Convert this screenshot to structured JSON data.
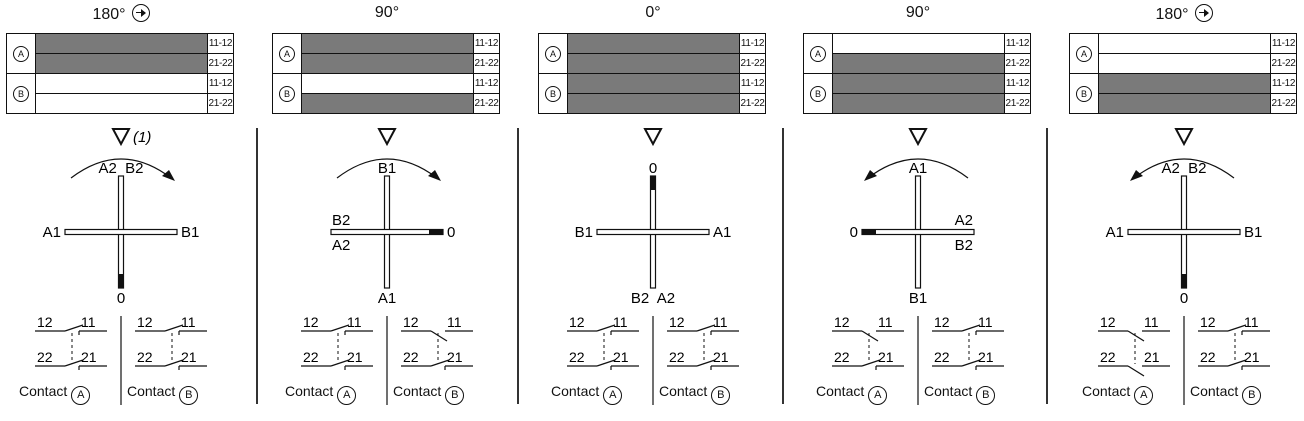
{
  "panels": [
    {
      "angle": "180°",
      "show_arrow": true,
      "note": "(1)",
      "table": {
        "A": {
          "c1": "11-12",
          "c2": "21-22",
          "s1": true,
          "s2": true
        },
        "B": {
          "c1": "11-12",
          "c2": "21-22",
          "s1": false,
          "s2": false
        }
      },
      "rotation": "cw",
      "labels": {
        "top": "A2  B2",
        "left": "A1",
        "right": "B1",
        "bottom": "0"
      },
      "pointer": "bottom",
      "contact_a": "Contact",
      "contact_b": "Contact",
      "state_a": "closed",
      "state_b": "closed"
    },
    {
      "angle": "90°",
      "show_arrow": false,
      "note": "",
      "table": {
        "A": {
          "c1": "11-12",
          "c2": "21-22",
          "s1": true,
          "s2": true
        },
        "B": {
          "c1": "11-12",
          "c2": "21-22",
          "s1": false,
          "s2": true
        }
      },
      "rotation": "cw",
      "labels": {
        "top": "B1",
        "left_top": "B2",
        "left_bottom": "A2",
        "right": "0",
        "bottom": "A1"
      },
      "pointer": "right",
      "contact_a": "Contact",
      "contact_b": "Contact",
      "state_a": "closed",
      "state_b": "open-top"
    },
    {
      "angle": "0°",
      "show_arrow": false,
      "note": "",
      "table": {
        "A": {
          "c1": "11-12",
          "c2": "21-22",
          "s1": true,
          "s2": true
        },
        "B": {
          "c1": "11-12",
          "c2": "21-22",
          "s1": true,
          "s2": true
        }
      },
      "rotation": "none",
      "labels": {
        "top": "0",
        "left": "B1",
        "right": "A1",
        "bottom": "B2  A2"
      },
      "pointer": "top",
      "contact_a": "Contact",
      "contact_b": "Contact",
      "state_a": "closed",
      "state_b": "closed"
    },
    {
      "angle": "90°",
      "show_arrow": false,
      "note": "",
      "table": {
        "A": {
          "c1": "11-12",
          "c2": "21-22",
          "s1": false,
          "s2": true
        },
        "B": {
          "c1": "11-12",
          "c2": "21-22",
          "s1": true,
          "s2": true
        }
      },
      "rotation": "ccw",
      "labels": {
        "top": "A1",
        "left": "0",
        "right_top": "A2",
        "right_bottom": "B2",
        "bottom": "B1"
      },
      "pointer": "left",
      "contact_a": "Contact",
      "contact_b": "Contact",
      "state_a": "open-top",
      "state_b": "closed"
    },
    {
      "angle": "180°",
      "show_arrow": true,
      "note": "",
      "table": {
        "A": {
          "c1": "11-12",
          "c2": "21-22",
          "s1": false,
          "s2": false
        },
        "B": {
          "c1": "11-12",
          "c2": "21-22",
          "s1": true,
          "s2": true
        }
      },
      "rotation": "ccw",
      "labels": {
        "top": "A2  B2",
        "left": "A1",
        "right": "B1",
        "bottom": "0"
      },
      "pointer": "bottom",
      "contact_a": "Contact",
      "contact_b": "Contact",
      "state_a": "open",
      "state_b": "closed"
    }
  ],
  "row_a": "A",
  "row_b": "B",
  "terminals": {
    "t12": "12",
    "t11": "11",
    "t22": "22",
    "t21": "21"
  },
  "icons": {
    "direction": "arrow-right-circle-icon",
    "marker": "triangle-down-icon"
  }
}
